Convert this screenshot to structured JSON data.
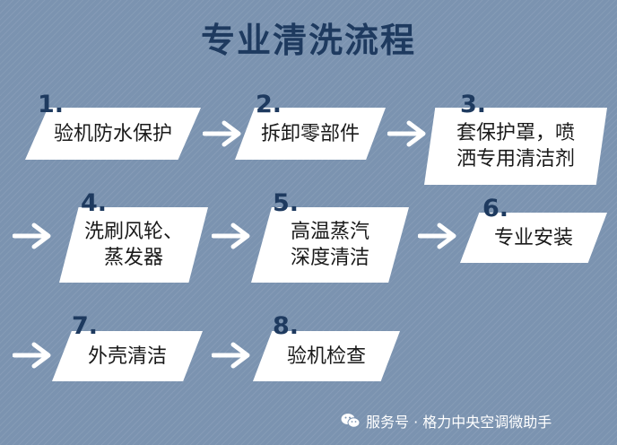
{
  "title": "专业清洗流程",
  "steps": [
    {
      "num": "1.",
      "label": "验机防水保护"
    },
    {
      "num": "2.",
      "label": "拆卸零部件"
    },
    {
      "num": "3.",
      "label": "套保护罩，喷\n洒专用清洁剂"
    },
    {
      "num": "4.",
      "label": "洗刷风轮、\n蒸发器"
    },
    {
      "num": "5.",
      "label": "高温蒸汽\n深度清洁"
    },
    {
      "num": "6.",
      "label": "专业安装"
    },
    {
      "num": "7.",
      "label": "外壳清洁"
    },
    {
      "num": "8.",
      "label": "验机检查"
    }
  ],
  "footer": "服务号 · 格力中央空调微助手",
  "icons": {
    "arrow": "right-arrow-icon",
    "footer": "wechat-icon"
  },
  "colors": {
    "background": "#7b93b0",
    "title": "#1e3a5f",
    "card": "#ffffff",
    "arrow": "#ffffff"
  }
}
